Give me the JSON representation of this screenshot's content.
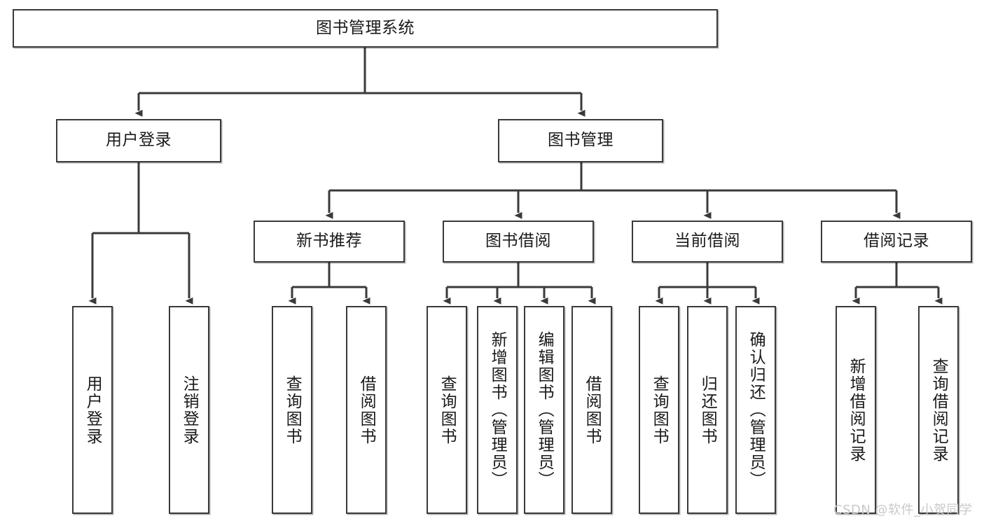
{
  "diagram": {
    "type": "tree-hierarchy",
    "title": "图书管理系统",
    "watermark": "CSDN @软件_小贺同学",
    "colors": {
      "box_border": "#3a3a3a",
      "box_fill": "#ffffff",
      "connector": "#3a3a3a",
      "text": "#1a1a1a",
      "watermark": "#c9c9c9",
      "background": "#ffffff"
    },
    "root": {
      "label": "图书管理系统"
    },
    "level1": [
      {
        "label": "用户登录"
      },
      {
        "label": "图书管理"
      }
    ],
    "level2": [
      {
        "label": "新书推荐"
      },
      {
        "label": "图书借阅"
      },
      {
        "label": "当前借阅"
      },
      {
        "label": "借阅记录"
      }
    ],
    "leaves": {
      "user_login": [
        {
          "label": "用户登录"
        },
        {
          "label": "注销登录"
        }
      ],
      "new_book_recommend": [
        {
          "label": "查询图书"
        },
        {
          "label": "借阅图书"
        }
      ],
      "book_borrow": [
        {
          "label": "查询图书"
        },
        {
          "label": "新增图书（管理员）"
        },
        {
          "label": "编辑图书（管理员）"
        },
        {
          "label": "借阅图书"
        }
      ],
      "current_borrow": [
        {
          "label": "查询图书"
        },
        {
          "label": "归还图书"
        },
        {
          "label": "确认归还（管理员）"
        }
      ],
      "borrow_record": [
        {
          "label": "新增借阅记录"
        },
        {
          "label": "查询借阅记录"
        }
      ]
    }
  }
}
